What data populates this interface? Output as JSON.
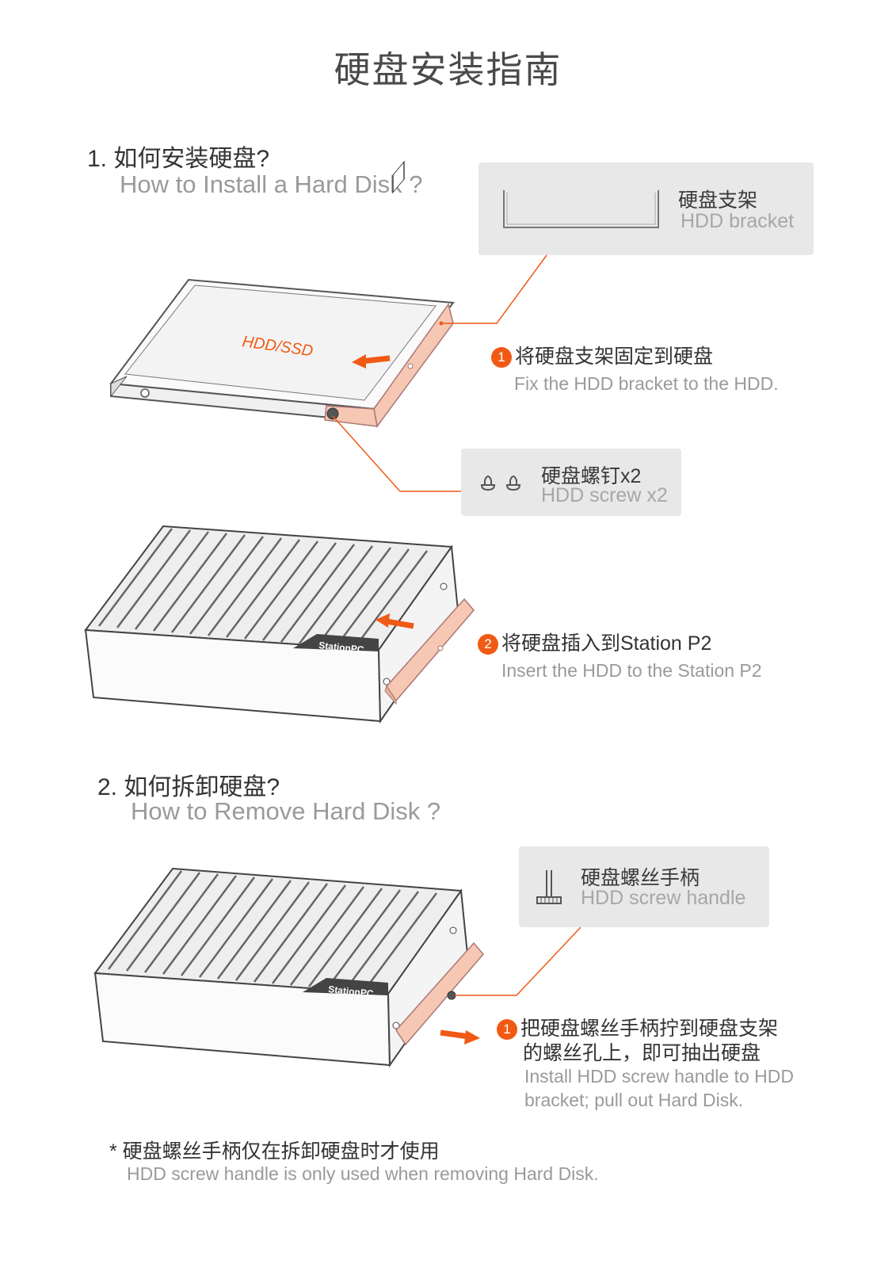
{
  "title": "硬盘安装指南",
  "section1": {
    "title_zh": "1. 如何安装硬盘?",
    "title_en": "How to Install a Hard Disk ?",
    "disk_label": "HDD/SSD",
    "bracket": {
      "zh": "硬盘支架",
      "en": "HDD bracket",
      "icon": "hdd-bracket-icon"
    },
    "screw": {
      "zh": "硬盘螺钉x2",
      "en": "HDD screw x2",
      "icon": "screw-icon"
    },
    "step1": {
      "num": "1",
      "zh": "将硬盘支架固定到硬盘",
      "en": "Fix the HDD bracket to the HDD."
    },
    "step2": {
      "num": "2",
      "zh": "将硬盘插入到Station P2",
      "en": "Insert the HDD to the Station P2"
    }
  },
  "section2": {
    "title_zh": "2. 如何拆卸硬盘?",
    "title_en": "How to Remove Hard Disk ?",
    "handle": {
      "zh": "硬盘螺丝手柄",
      "en": "HDD screw handle",
      "icon": "screw-handle-icon"
    },
    "step1": {
      "num": "1",
      "zh_line1": "把硬盘螺丝手柄拧到硬盘支架",
      "zh_line2": "的螺丝孔上，即可抽出硬盘",
      "en_line1": "Install HDD screw handle to HDD",
      "en_line2": "bracket; pull out Hard Disk."
    }
  },
  "note": {
    "zh": "* 硬盘螺丝手柄仅在拆卸硬盘时才使用",
    "en": "HDD screw handle is only used when removing Hard Disk."
  },
  "device_brand": "StationPC",
  "colors": {
    "accent": "#f05a15",
    "bracket": "#f6c8b3",
    "box_bg": "#e8e8e8"
  }
}
